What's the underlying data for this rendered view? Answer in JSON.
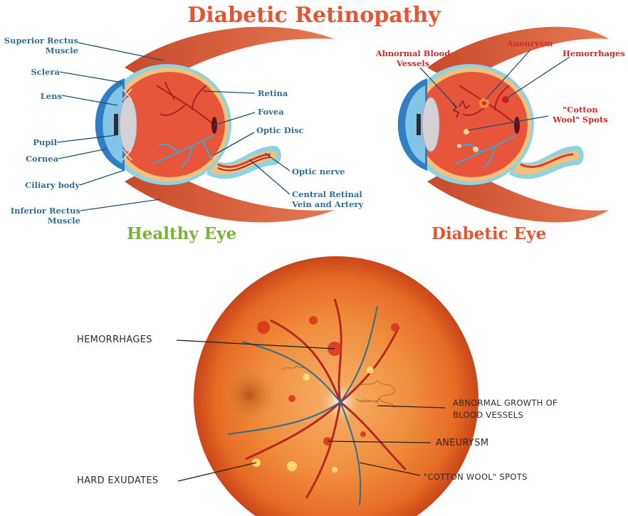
{
  "title": "Diabetic Retinopathy",
  "healthy_eye": {
    "caption": "Healthy Eye",
    "labels": {
      "superior_rectus": "Superior Rectus Muscle",
      "sclera": "Sclera",
      "lens": "Lens",
      "pupil": "Pupil",
      "cornea": "Cornea",
      "ciliary_body": "Ciliary body",
      "inferior_rectus": "Inferior Rectus Muscle",
      "retina": "Retina",
      "fovea": "Fovea",
      "optic_disc": "Optic Disc",
      "optic_nerve": "Optic nerve",
      "central_retinal": "Central Retinal Vein and Artery"
    }
  },
  "diabetic_eye": {
    "caption": "Diabetic Eye",
    "labels": {
      "abnormal_blood_vessels": "Abnormal Blood Vessels",
      "aneurysm": "Aneurysm",
      "hemorrhages": "Hemorrhages",
      "cotton_wool": "\"Cotton Wool\" Spots"
    }
  },
  "fundus": {
    "labels": {
      "hemorrhages": "HEMORRHAGES",
      "abnormal_growth": "ABNORMAL GROWTH OF BLOOD VESSELS",
      "aneurysm": "ANEURYSM",
      "hard_exudates": "HARD EXUDATES",
      "cotton_wool": "\"COTTON WOOL\" SPOTS"
    }
  },
  "colors": {
    "title": "#e8542f",
    "healthy_caption": "#7bb33a",
    "label_blue": "#2f6f95",
    "label_red": "#d22a2a"
  }
}
